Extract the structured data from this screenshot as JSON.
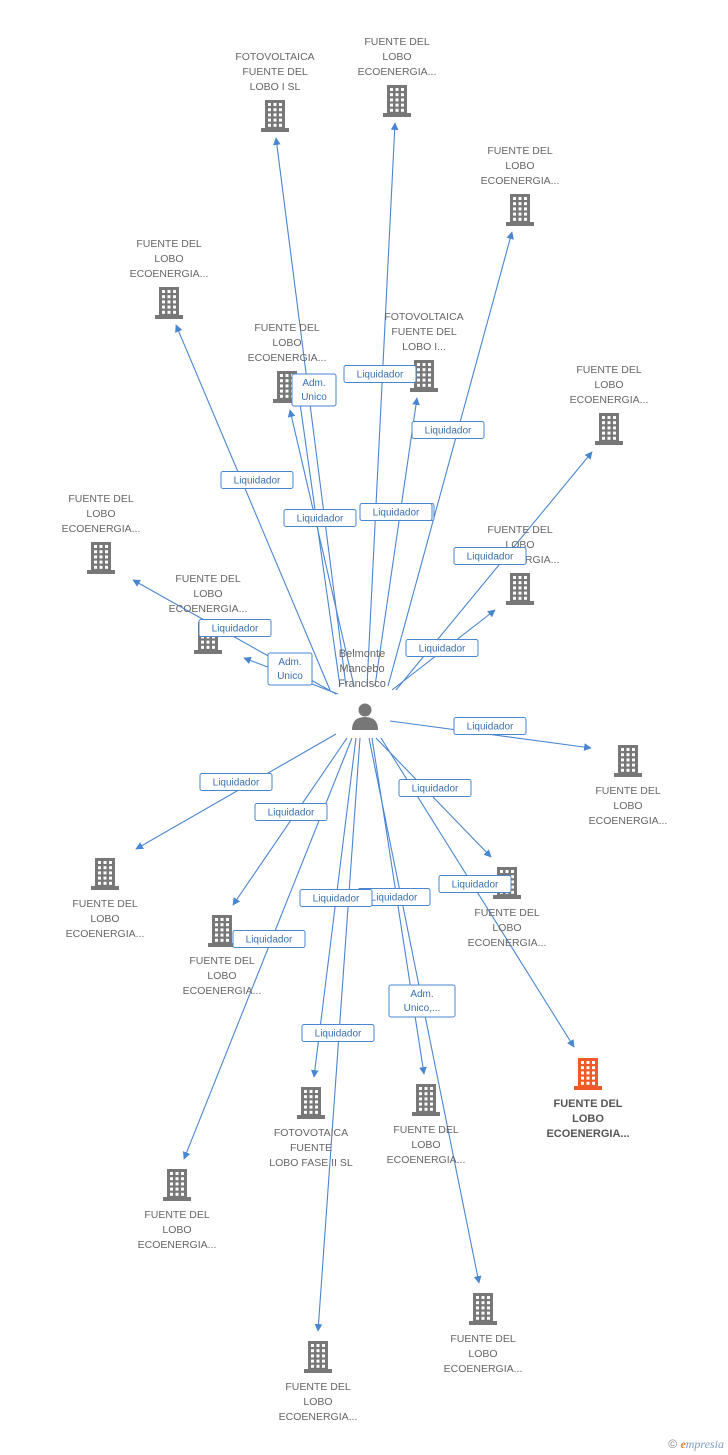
{
  "center": {
    "lines": [
      "Belmonte",
      "Mancebo",
      "Francisco"
    ]
  },
  "colors": {
    "edge": "#4a86cf",
    "building": "#777777",
    "highlight": "#f05a28"
  },
  "nodes": [
    {
      "id": "n1",
      "lines": [
        "FOTOVOLTAICA",
        "FUENTE DEL",
        "LOBO I SL"
      ]
    },
    {
      "id": "n2",
      "lines": [
        "FUENTE DEL",
        "LOBO",
        "ECOENERGIA..."
      ]
    },
    {
      "id": "n3",
      "lines": [
        "FUENTE DEL",
        "LOBO",
        "ECOENERGIA..."
      ]
    },
    {
      "id": "n4",
      "lines": [
        "FUENTE DEL",
        "LOBO",
        "ECOENERGIA..."
      ]
    },
    {
      "id": "n5",
      "lines": [
        "FUENTE DEL",
        "LOBO",
        "ECOENERGIA..."
      ]
    },
    {
      "id": "n6",
      "lines": [
        "FOTOVOLTAICA",
        "FUENTE DEL",
        "LOBO I..."
      ]
    },
    {
      "id": "n7",
      "lines": [
        "FUENTE DEL",
        "LOBO",
        "ECOENERGIA..."
      ]
    },
    {
      "id": "n8",
      "lines": [
        "FUENTE DEL",
        "LOBO",
        "ECOENERGIA..."
      ]
    },
    {
      "id": "n9",
      "lines": [
        "FUENTE DEL",
        "LOBO",
        "ECOENERGIA..."
      ]
    },
    {
      "id": "n10",
      "lines": [
        "FUENTE DEL",
        "LOBO",
        "ECOENERGIA..."
      ]
    },
    {
      "id": "n11",
      "lines": [
        "FUENTE DEL",
        "LOBO",
        "ECOENERGIA..."
      ]
    },
    {
      "id": "n12",
      "lines": [
        "FUENTE DEL",
        "LOBO",
        "ECOENERGIA..."
      ]
    },
    {
      "id": "n13",
      "lines": [
        "FUENTE DEL",
        "LOBO",
        "ECOENERGIA..."
      ]
    },
    {
      "id": "n14",
      "lines": [
        "FUENTE DEL",
        "LOBO",
        "ECOENERGIA..."
      ]
    },
    {
      "id": "n15",
      "lines": [
        "FOTOVOTAICA",
        "FUENTE",
        "LOBO FASE II SL"
      ]
    },
    {
      "id": "n16",
      "lines": [
        "FUENTE DEL",
        "LOBO",
        "ECOENERGIA..."
      ]
    },
    {
      "id": "n17",
      "lines": [
        "FUENTE DEL",
        "LOBO",
        "ECOENERGIA..."
      ],
      "highlight": true
    },
    {
      "id": "n18",
      "lines": [
        "FUENTE DEL",
        "LOBO",
        "ECOENERGIA..."
      ]
    },
    {
      "id": "n19",
      "lines": [
        "FUENTE DEL",
        "LOBO",
        "ECOENERGIA..."
      ]
    },
    {
      "id": "n20",
      "lines": [
        "FUENTE DEL",
        "LOBO",
        "ECOENERGIA..."
      ]
    }
  ],
  "edges": [
    {
      "to": "n1",
      "label": [
        "Liquidador"
      ]
    },
    {
      "to": "n2",
      "label": [
        "Liquidador"
      ]
    },
    {
      "to": "n3",
      "label": [
        "Liquidador"
      ]
    },
    {
      "to": "n4",
      "label": [
        "Liquidador"
      ]
    },
    {
      "to": "n5",
      "label": [
        "Liquidador"
      ]
    },
    {
      "to": "n5",
      "label": [
        "Adm.",
        "Unico"
      ]
    },
    {
      "to": "n6",
      "label": [
        "Liquidador"
      ]
    },
    {
      "to": "n7",
      "label": [
        "Liquidador"
      ]
    },
    {
      "to": "n8",
      "label": [
        "Liquidador"
      ]
    },
    {
      "to": "n9",
      "label": [
        "Liquidador"
      ]
    },
    {
      "to": "n9",
      "label": [
        "Adm.",
        "Unico"
      ]
    },
    {
      "to": "n10",
      "label": [
        "Liquidador"
      ]
    },
    {
      "to": "n11",
      "label": [
        "Liquidador"
      ]
    },
    {
      "to": "n12",
      "label": [
        "Liquidador"
      ]
    },
    {
      "to": "n13",
      "label": [
        "Liquidador"
      ]
    },
    {
      "to": "n14",
      "label": [
        "Liquidador"
      ]
    },
    {
      "to": "n15",
      "label": [
        "Adm.",
        "Unico,..."
      ]
    },
    {
      "to": "n16",
      "label": [
        "Liquidador"
      ]
    },
    {
      "to": "n17",
      "label": [
        "Liquidador"
      ]
    },
    {
      "to": "n18",
      "label": [
        "Liquidador"
      ]
    },
    {
      "to": "n19",
      "label": [
        "Liquidador"
      ]
    },
    {
      "to": "n20",
      "label": [
        "Liquidador"
      ]
    }
  ],
  "footer": {
    "copyright": "©",
    "brand_initial": "e",
    "brand_rest": "mpresia"
  }
}
